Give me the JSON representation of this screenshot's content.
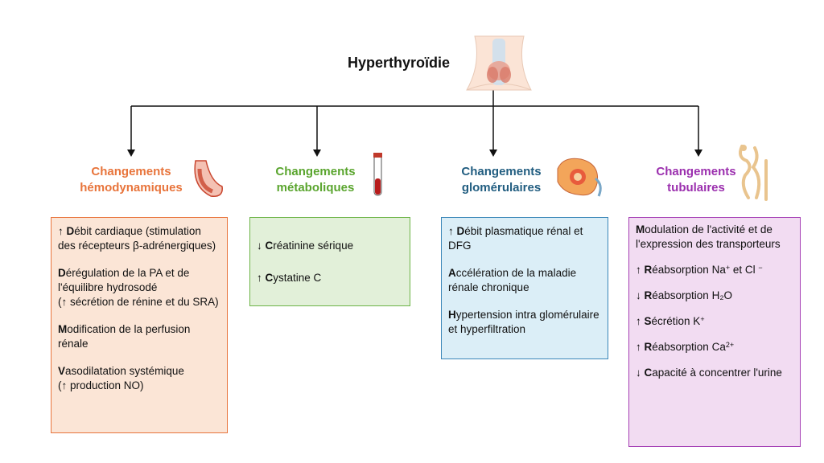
{
  "title": "Hyperthyroïdie",
  "colors": {
    "hemo_text": "#e8743b",
    "hemo_fill": "#fbe5d6",
    "hemo_border": "#e8743b",
    "meta_text": "#5aa52e",
    "meta_fill": "#e2f0d9",
    "meta_border": "#6db447",
    "glom_text": "#215d80",
    "glom_fill": "#dbeef7",
    "glom_border": "#3a86b8",
    "tub_text": "#9b2fae",
    "tub_fill": "#f2dcf2",
    "tub_border": "#a53fb5"
  },
  "categories": {
    "hemo": {
      "line1": "Changements",
      "line2": "hémodynamiques"
    },
    "meta": {
      "line1": "Changements",
      "line2": "métaboliques"
    },
    "glom": {
      "line1": "Changements",
      "line2": "glomérulaires"
    },
    "tub": {
      "line1": "Changements",
      "line2": "tubulaires"
    }
  },
  "hemo_items": [
    {
      "arrow": "↑ ",
      "letter": "D",
      "rest": "ébit cardiaque (stimulation des récepteurs β-adrénergiques)"
    },
    {
      "arrow": "",
      "letter": "D",
      "rest": "érégulation de la PA et de l'équilibre hydrosodé",
      "extra": "(↑ sécrétion de rénine et du SRA)"
    },
    {
      "arrow": "",
      "letter": "M",
      "rest": "odification de la perfusion rénale"
    },
    {
      "arrow": "",
      "letter": "V",
      "rest": "asodilatation systémique",
      "extra": "(↑ production NO)"
    }
  ],
  "meta_items": [
    {
      "arrow": "↓ ",
      "letter": "C",
      "rest": "réatinine sérique"
    },
    {
      "arrow": "↑ ",
      "letter": "C",
      "rest": "ystatine C"
    }
  ],
  "glom_items": [
    {
      "arrow": "↑ ",
      "letter": "D",
      "rest": "ébit plasmatique rénal et DFG"
    },
    {
      "arrow": "",
      "letter": "A",
      "rest": "ccélération de la maladie rénale chronique"
    },
    {
      "arrow": "",
      "letter": "H",
      "rest": "ypertension intra glomérulaire et hyperfiltration"
    }
  ],
  "tub_items": [
    {
      "arrow": "",
      "letter": "M",
      "rest": "odulation de l'activité et de l'expression des transporteurs"
    },
    {
      "arrow": "↑ ",
      "letter": "R",
      "rest": "éabsorption Na",
      "sup": "+",
      "rest2": " et Cl ",
      "sup2": "−"
    },
    {
      "arrow": "↓ ",
      "letter": "R",
      "rest": "éabsorption H₂O"
    },
    {
      "arrow": "↑ ",
      "letter": "S",
      "rest": "écrétion K",
      "sup": "+"
    },
    {
      "arrow": "↑ ",
      "letter": "R",
      "rest": "éabsorption Ca",
      "sup": "2+"
    },
    {
      "arrow": "↓ ",
      "letter": "C",
      "rest": "apacité à concentrer l'urine"
    }
  ]
}
